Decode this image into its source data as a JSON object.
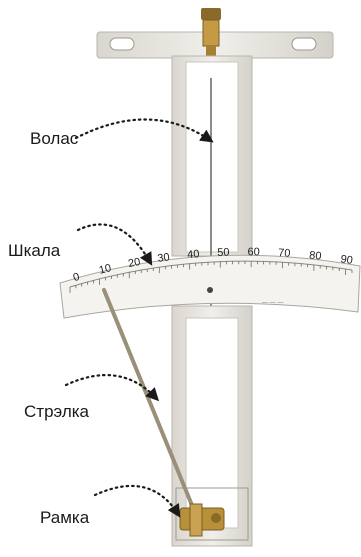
{
  "labels": {
    "hair": "Волас",
    "scale": "Шкала",
    "pointer": "Стрэлка",
    "frame": "Рамка"
  },
  "scale": {
    "numbers": [
      "0",
      "10",
      "20",
      "30",
      "40",
      "50",
      "60",
      "70",
      "80",
      "90"
    ]
  },
  "colors": {
    "frame": "#e8e6e1",
    "frame_edge": "#b9b6ae",
    "brass": "#b8903a",
    "rod": "#9a8f78",
    "callout": "#1a1a1a"
  }
}
